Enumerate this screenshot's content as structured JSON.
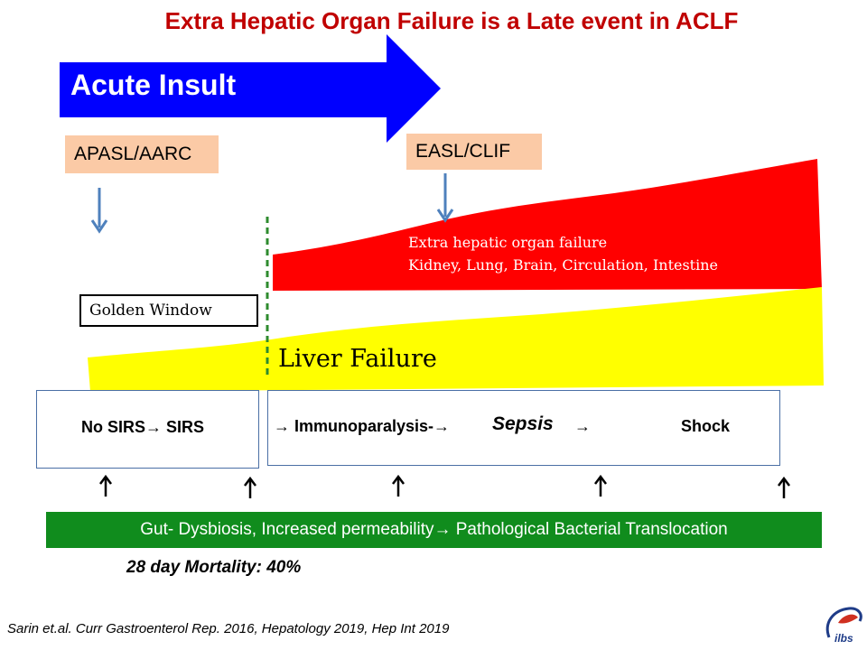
{
  "title": "Extra Hepatic Organ Failure is a Late event in ACLF",
  "acute_insult": "Acute Insult",
  "tags": {
    "apasl": "APASL/AARC",
    "easl": "EASL/CLIF"
  },
  "golden_window": "Golden Window",
  "extra_hepatic": {
    "line1": "Extra hepatic organ failure",
    "line2": "Kidney, Lung, Brain, Circulation, Intestine"
  },
  "liver_failure": "Liver Failure",
  "phases": {
    "sirs": "No SIRS→ SIRS",
    "immuno": "→ Immunoparalysis-→",
    "sepsis": "Sepsis",
    "arrow": "→",
    "shock": "Shock"
  },
  "gut": "Gut- Dysbiosis, Increased permeability→ Pathological Bacterial Translocation",
  "mortality": "28 day Mortality: 40%",
  "citation": "Sarin et.al. Curr Gastroenterol Rep. 2016, Hepatology 2019, Hep Int 2019",
  "logo": "ilbs",
  "colors": {
    "title": "#c00000",
    "insult_arrow": "#0000ff",
    "tag_fill": "#fbcaa6",
    "extra_hepatic_band": "#ff0000",
    "liver_band": "#ffff00",
    "gut_bar": "#108c1d",
    "dashed_line": "#2e8b2e",
    "pointer_arrow": "#4f81bd"
  }
}
